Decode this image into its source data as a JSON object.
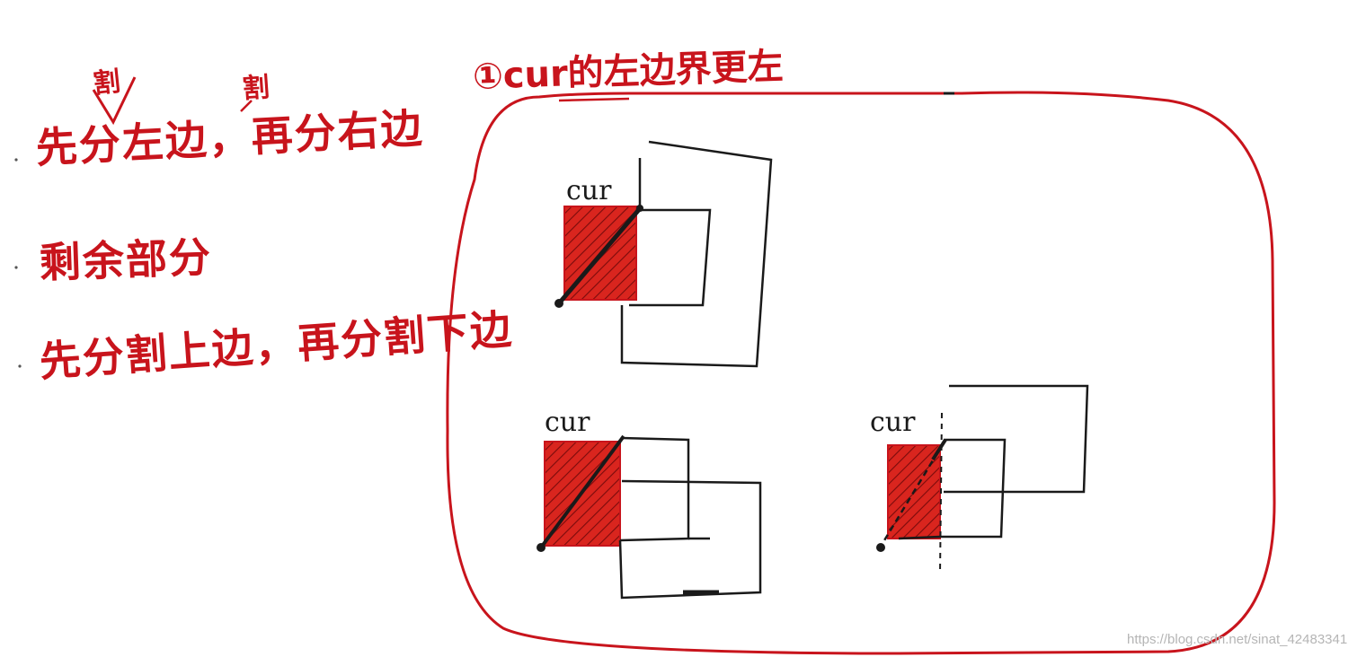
{
  "notes": {
    "line1": "先分左边，再分右边",
    "line1_insert_left": "割",
    "line1_insert_right": "割",
    "line2": "剩余部分",
    "line3": "先分割上边，再分割下边"
  },
  "region": {
    "title": "①cur的左边界更左"
  },
  "panels": [
    {
      "cur_label": "cur"
    },
    {
      "cur_label": "cur"
    },
    {
      "cur_label": "cur"
    }
  ],
  "watermark": "https://blog.csdn.net/sinat_42483341",
  "colors": {
    "ink_red": "#c8141c",
    "ink_black": "#1a1a1a",
    "hatch_fill": "#d9251e",
    "background": "#ffffff",
    "watermark": "#b5b5b5"
  }
}
